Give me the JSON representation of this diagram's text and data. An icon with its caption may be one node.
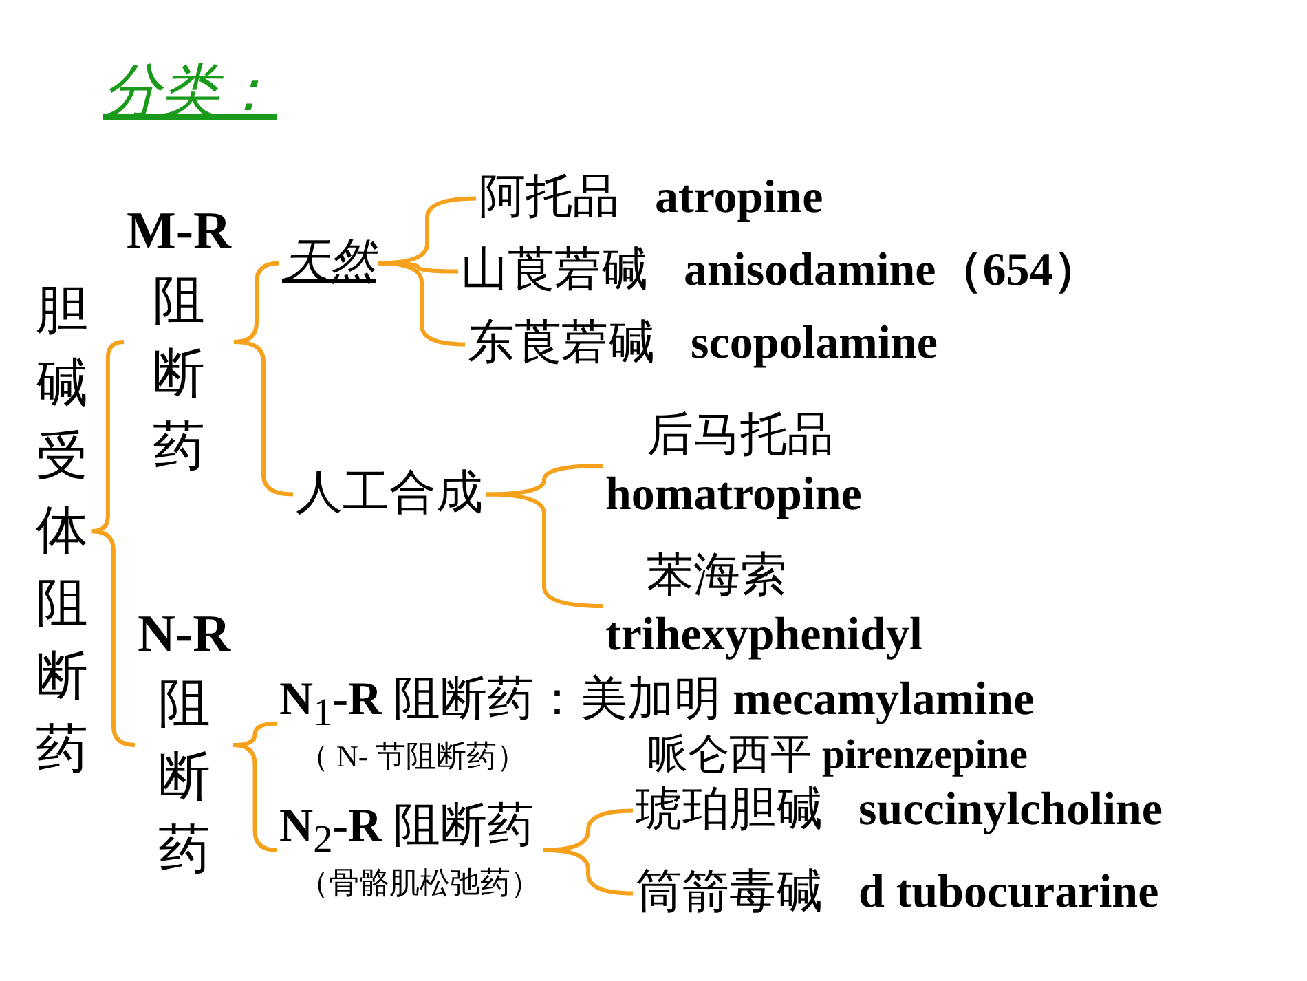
{
  "diagram": {
    "title": "分类：",
    "nodes": [
      {
        "text": [
          "胆碱受体阻断药"
        ]
      },
      {
        "text": [
          "M-R 阻断药"
        ]
      },
      {
        "text": [
          "N-R 阻断药"
        ]
      },
      {
        "text": [
          "天然"
        ]
      },
      {
        "text": [
          "人工合成"
        ]
      },
      {
        "text": [
          "阿托品",
          "atropine"
        ]
      },
      {
        "text": [
          "山莨菪碱",
          "anisodamine（654）"
        ]
      },
      {
        "text": [
          "东莨菪碱",
          "scopolamine"
        ]
      },
      {
        "text": [
          "后马托品",
          "homatropine"
        ]
      },
      {
        "text": [
          "苯海索",
          "trihexyphenidyl"
        ]
      },
      {
        "text": [
          "**N**$_{1}$**-R** 阻断药：美加明 **mecamylamine**",
          "（ N- 节阻断药）"
        ]
      },
      {
        "text": [
          "**N**$_{2}$**-R** 阻断药",
          "（骨骼肌松弛药）"
        ]
      },
      {
        "text": [
          "琥珀胆碱",
          "succinylcholine"
        ]
      },
      {
        "text": [
          "筒箭毒碱",
          "d tubocurarine"
        ]
      }
    ],
    "edges": [
      {
        "from": 0,
        "to": 1,
        "arrow": "none"
      },
      {
        "from": 0,
        "to": 2,
        "arrow": "none"
      },
      {
        "from": 1,
        "to": 3,
        "arrow": "none"
      },
      {
        "from": 1,
        "to": 4,
        "arrow": "none"
      },
      {
        "from": 3,
        "to": 5,
        "arrow": "none"
      },
      {
        "from": 3,
        "to": 6,
        "arrow": "none"
      },
      {
        "from": 3,
        "to": 7,
        "arrow": "none"
      },
      {
        "from": 4,
        "to": 8,
        "arrow": "none"
      },
      {
        "from": 4,
        "to": 9,
        "arrow": "none"
      },
      {
        "from": 2,
        "to": 10,
        "arrow": "none"
      },
      {
        "from": 2,
        "to": 11,
        "arrow": "none"
      },
      {
        "from": 11,
        "to": 12,
        "arrow": "none"
      },
      {
        "from": 11,
        "to": 13,
        "arrow": "none"
      }
    ],
    "labels": [
      "哌仑西平 pirenzepine"
    ]
  }
}
